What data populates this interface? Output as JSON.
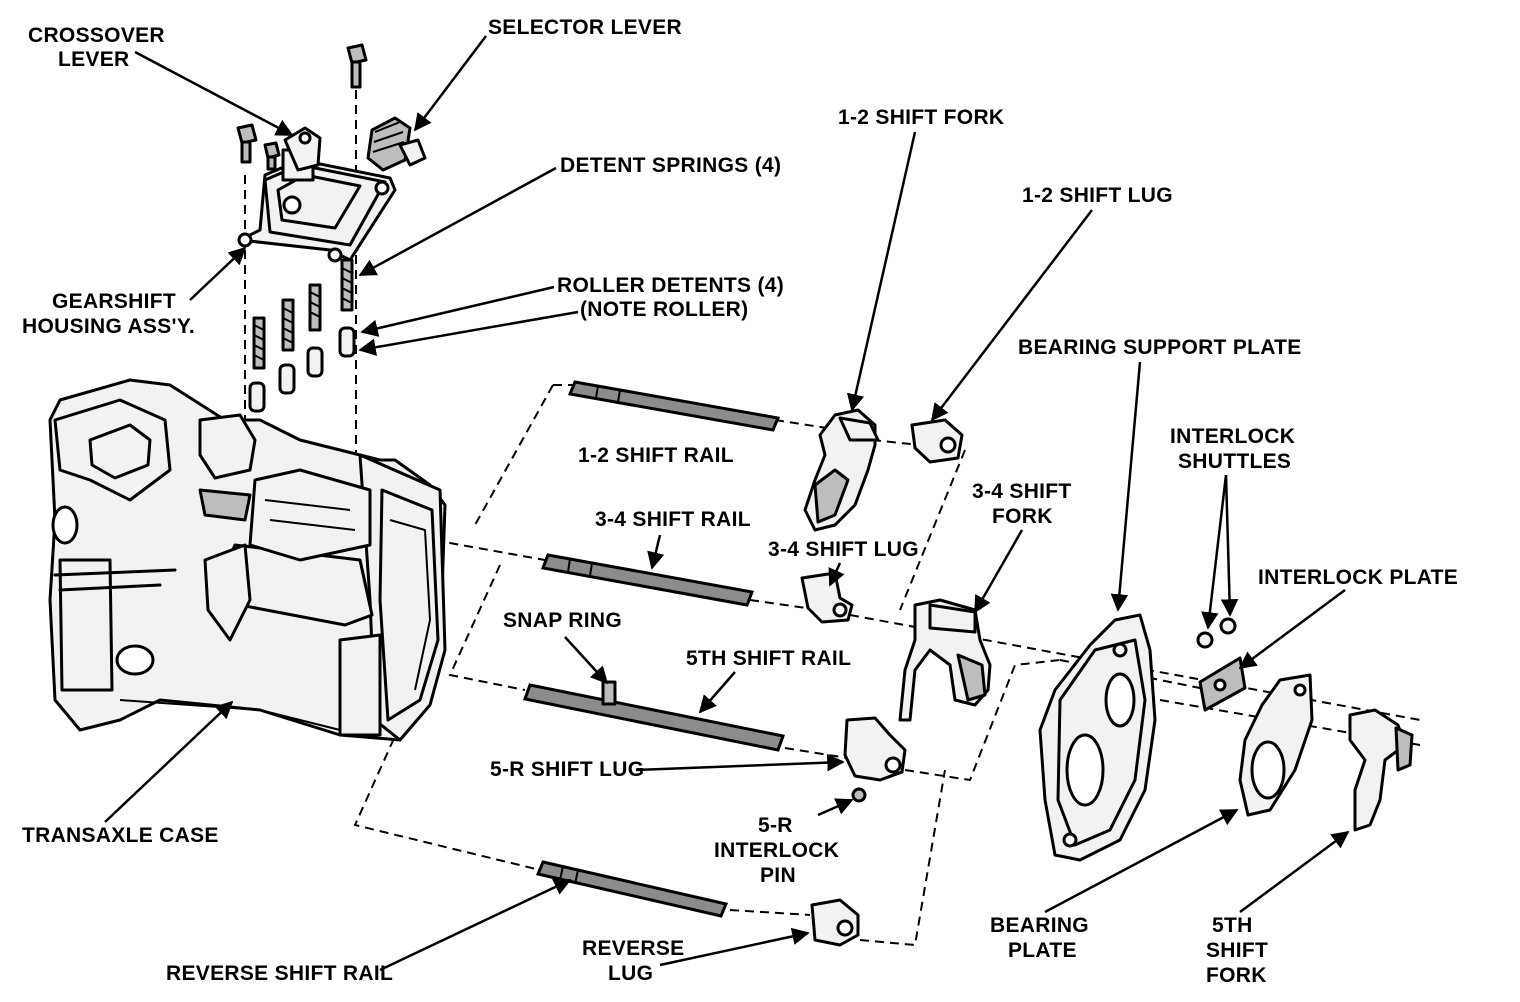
{
  "labels": {
    "crossover_lever": [
      "CROSSOVER",
      "LEVER"
    ],
    "selector_lever": "SELECTOR LEVER",
    "detent_springs": "DETENT SPRINGS (4)",
    "gearshift_housing": [
      "GEARSHIFT",
      "HOUSING ASS'Y."
    ],
    "roller_detents": [
      "ROLLER DETENTS (4)",
      "(NOTE ROLLER)"
    ],
    "shift_fork_12": "1-2 SHIFT FORK",
    "shift_lug_12": "1-2 SHIFT LUG",
    "bearing_support_plate": "BEARING SUPPORT PLATE",
    "shift_rail_12": "1-2 SHIFT RAIL",
    "interlock_shuttles": [
      "INTERLOCK",
      "SHUTTLES"
    ],
    "shift_fork_34": [
      "3-4 SHIFT",
      "FORK"
    ],
    "shift_rail_34": "3-4 SHIFT RAIL",
    "shift_lug_34": "3-4 SHIFT LUG",
    "interlock_plate": "INTERLOCK PLATE",
    "snap_ring": "SNAP RING",
    "shift_rail_5th": "5TH SHIFT RAIL",
    "shift_lug_5r": "5-R SHIFT LUG",
    "interlock_pin_5r": [
      "5-R",
      "INTERLOCK",
      "PIN"
    ],
    "transaxle_case": "TRANSAXLE CASE",
    "bearing_plate": [
      "BEARING",
      "PLATE"
    ],
    "shift_fork_5th": [
      "5TH",
      "SHIFT",
      "FORK"
    ],
    "reverse_lug": [
      "REVERSE",
      "LUG"
    ],
    "reverse_shift_rail": "REVERSE SHIFT RAIL"
  }
}
